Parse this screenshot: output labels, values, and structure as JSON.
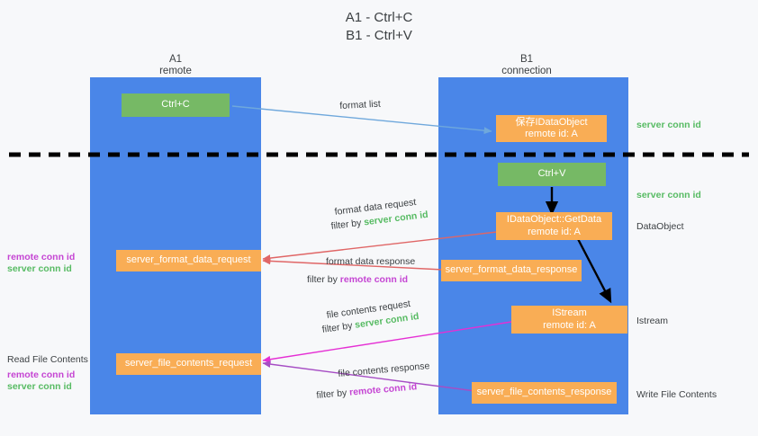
{
  "title": {
    "line1": "A1 - Ctrl+C",
    "line2": "B1 - Ctrl+V"
  },
  "lanes": [
    {
      "id": "a1",
      "name": "A1",
      "sub": "remote"
    },
    {
      "id": "b1",
      "name": "B1",
      "sub": "connection"
    }
  ],
  "colors": {
    "lane": "#4a86e8",
    "green_box": "#76b965",
    "orange_box": "#f9ad55",
    "server_conn": "#57bb63",
    "remote_conn": "#c545d3",
    "arrow_blue": "#6fa8dc",
    "arrow_red": "#e06666",
    "arrow_magenta": "#e52fd4",
    "arrow_purple": "#a64dc4",
    "arrow_black": "#000000",
    "divider": "#000000"
  },
  "boxes": [
    {
      "id": "ctrl-c",
      "l1": "Ctrl+C",
      "l2": "",
      "kind": "green"
    },
    {
      "id": "save-idataobject",
      "l1": "保存IDataObject",
      "l2": "remote id: A",
      "kind": "orange"
    },
    {
      "id": "ctrl-v",
      "l1": "Ctrl+V",
      "l2": "",
      "kind": "green"
    },
    {
      "id": "getdata",
      "l1": "IDataObject::GetData",
      "l2": "remote id: A",
      "kind": "orange"
    },
    {
      "id": "fmt-req",
      "l1": "server_format_data_request",
      "l2": "",
      "kind": "orange"
    },
    {
      "id": "fmt-resp",
      "l1": "server_format_data_response",
      "l2": "",
      "kind": "orange"
    },
    {
      "id": "istream",
      "l1": "IStream",
      "l2": "remote id: A",
      "kind": "orange"
    },
    {
      "id": "file-req",
      "l1": "server_file_contents_request",
      "l2": "",
      "kind": "orange"
    },
    {
      "id": "file-resp",
      "l1": "server_file_contents_response",
      "l2": "",
      "kind": "orange"
    }
  ],
  "edge_labels": {
    "format_list": "format list",
    "format_data_request": "format data request",
    "format_data_response": "format data response",
    "file_contents_request": "file contents request",
    "file_contents_response": "file contents response",
    "filter_by": "filter by",
    "server_conn_id": "server conn id",
    "remote_conn_id": "remote conn id"
  },
  "right_labels": [
    {
      "id": "r-server-1",
      "text": "server conn id",
      "style": "green"
    },
    {
      "id": "r-server-2",
      "text": "server conn id",
      "style": "green"
    },
    {
      "id": "r-dataobject",
      "text": "DataObject",
      "style": "plain"
    },
    {
      "id": "r-istream",
      "text": "Istream",
      "style": "plain"
    },
    {
      "id": "r-write",
      "text": "Write File Contents",
      "style": "plain"
    }
  ],
  "left_labels": [
    {
      "id": "l-remote-1",
      "text": "remote conn id",
      "style": "purple"
    },
    {
      "id": "l-server-1",
      "text": "server conn id",
      "style": "green"
    },
    {
      "id": "l-read",
      "text": "Read File Contents",
      "style": "plain"
    },
    {
      "id": "l-remote-2",
      "text": "remote conn id",
      "style": "purple"
    },
    {
      "id": "l-server-2",
      "text": "server conn id",
      "style": "green"
    }
  ]
}
